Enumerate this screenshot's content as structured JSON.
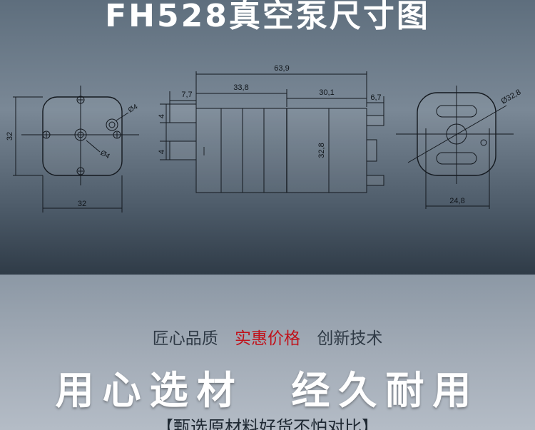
{
  "title": "FH528真空泵尺寸图",
  "drawing": {
    "left_view": {
      "height": "32",
      "width": "32",
      "hole_top": "Ø4",
      "hole_bottom": "Ø4"
    },
    "side_view": {
      "overall": "63,9",
      "nozzle_len": "7,7",
      "pump_len": "33,8",
      "motor_len": "30,1",
      "terminal_len": "6,7",
      "nozzle_d1": "4",
      "nozzle_d2": "4",
      "body_height": "32,8"
    },
    "right_view": {
      "diameter": "Ø32,8",
      "width": "24,8"
    }
  },
  "taglines": [
    "匠心品质",
    "实惠价格",
    "创新技术"
  ],
  "headline": [
    "用心选材",
    "经久耐用"
  ],
  "subline": "【甄选原材料好货不怕对比】",
  "colors": {
    "highlight": "#c0131c",
    "tag_text": "#2f3a46"
  }
}
